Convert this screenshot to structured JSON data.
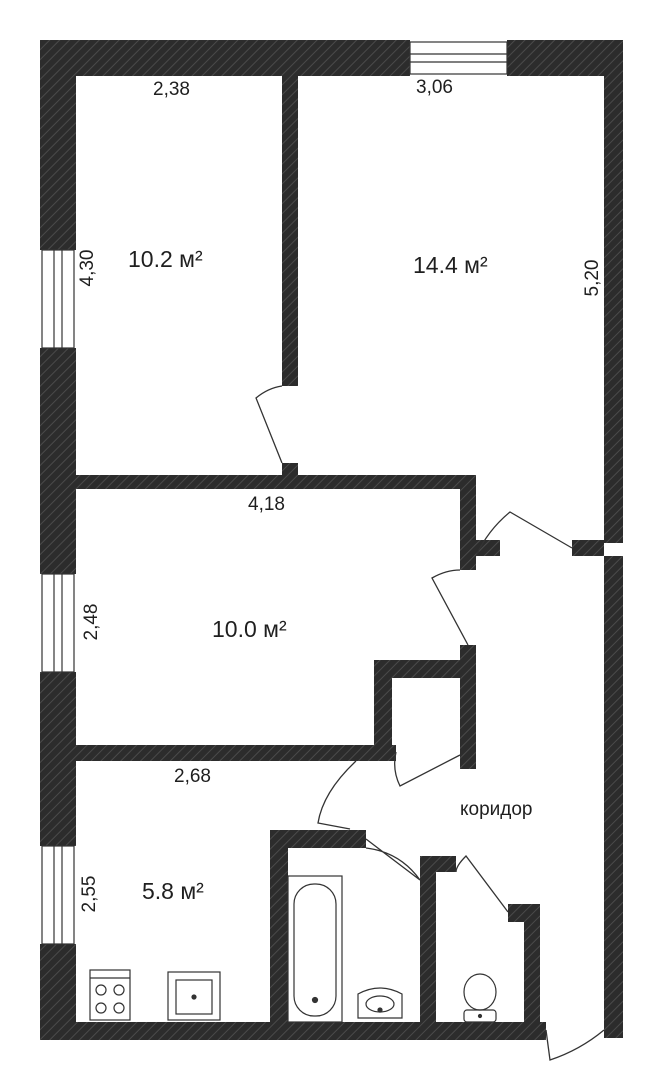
{
  "rooms": [
    {
      "area": "10.2 м²",
      "width": "2,38",
      "height": "4,30"
    },
    {
      "area": "14.4 м²",
      "width": "3,06",
      "height": "5,20"
    },
    {
      "area": "10.0 м²",
      "width": "4,18",
      "height": "2,48"
    },
    {
      "area": "5.8 м²",
      "width": "2,68",
      "height": "2,55"
    }
  ],
  "corridor_label": "коридор",
  "colors": {
    "wall": "#2c2c2c",
    "wall_hatch": "#4a4a4a",
    "line": "#333333",
    "background": "#ffffff"
  },
  "icons": [
    "stove-icon",
    "sink-icon",
    "bathtub-icon",
    "washbasin-icon",
    "toilet-icon"
  ]
}
